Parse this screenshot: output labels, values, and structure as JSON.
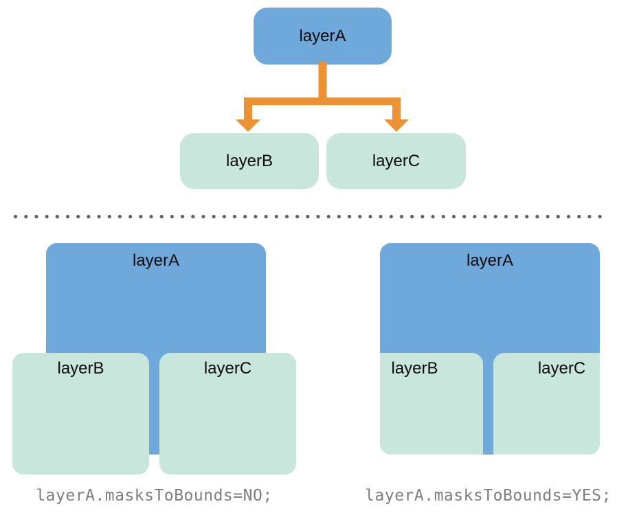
{
  "colors": {
    "parent_layer_blue": "#6FA9DC",
    "child_layer_mint": "#C9E6DD",
    "arrow_orange": "#EB9334",
    "divider_dot_gray": "#5F5F5F",
    "caption_gray": "#7E7E7E",
    "label_black": "#0A0A0A",
    "background_white": "#FFFFFF"
  },
  "tree": {
    "parent": {
      "label": "layerA"
    },
    "children": [
      {
        "label": "layerB"
      },
      {
        "label": "layerC"
      }
    ]
  },
  "figures": [
    {
      "masks_to_bounds": "NO",
      "caption": "layerA.masksToBounds=NO;",
      "parent": {
        "label": "layerA"
      },
      "children": [
        {
          "label": "layerB"
        },
        {
          "label": "layerC"
        }
      ]
    },
    {
      "masks_to_bounds": "YES",
      "caption": "layerA.masksToBounds=YES;",
      "parent": {
        "label": "layerA"
      },
      "children": [
        {
          "label": "layerB"
        },
        {
          "label": "layerC"
        }
      ]
    }
  ]
}
